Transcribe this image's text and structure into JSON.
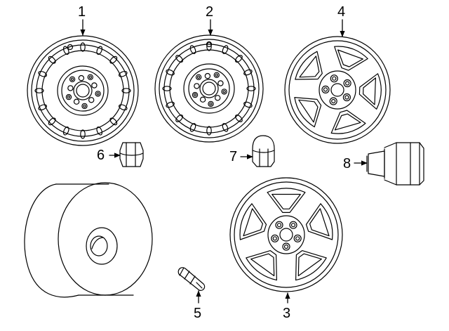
{
  "diagram": {
    "callouts": {
      "c1": "1",
      "c2": "2",
      "c3": "3",
      "c4": "4",
      "c5": "5",
      "c6": "6",
      "c7": "7",
      "c8": "8"
    },
    "parts": [
      {
        "id": "steel-wheel-a",
        "callout": "1"
      },
      {
        "id": "steel-wheel-b",
        "callout": "2"
      },
      {
        "id": "alloy-wheel-five-spoke",
        "callout": "3"
      },
      {
        "id": "wheel-cover",
        "callout": "4"
      },
      {
        "id": "valve-stem",
        "callout": "5"
      },
      {
        "id": "lug-nut-open",
        "callout": "6"
      },
      {
        "id": "lug-nut-capped",
        "callout": "7"
      },
      {
        "id": "lug-nut-long-capped",
        "callout": "8"
      },
      {
        "id": "spare-tire",
        "callout": ""
      }
    ]
  }
}
